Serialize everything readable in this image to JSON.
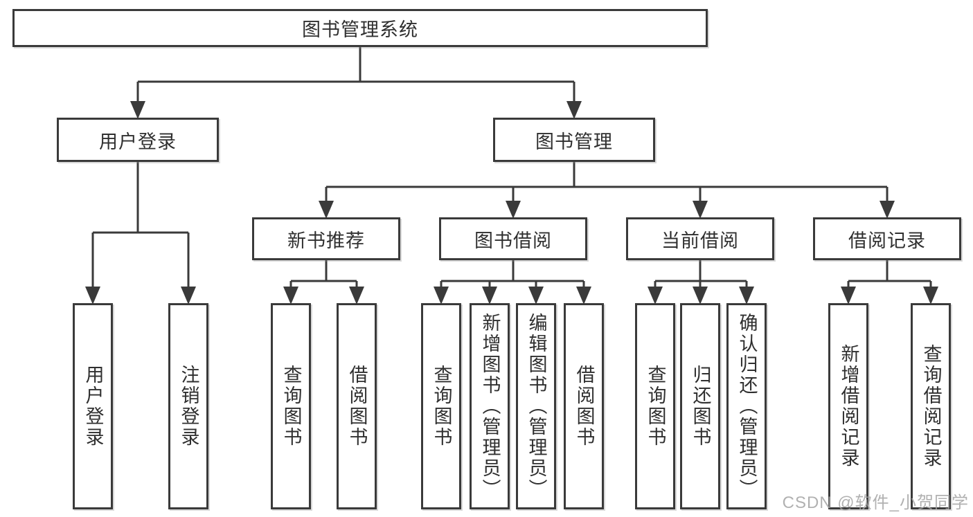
{
  "diagram": {
    "type": "tree",
    "root": {
      "label": "图书管理系统"
    },
    "level2": [
      {
        "label": "用户登录"
      },
      {
        "label": "图书管理"
      }
    ],
    "level3": [
      {
        "parent": "图书管理",
        "label": "新书推荐"
      },
      {
        "parent": "图书管理",
        "label": "图书借阅"
      },
      {
        "parent": "图书管理",
        "label": "当前借阅"
      },
      {
        "parent": "图书管理",
        "label": "借阅记录"
      }
    ],
    "leaves": [
      {
        "parent": "用户登录",
        "label": "用户登录"
      },
      {
        "parent": "用户登录",
        "label": "注销登录"
      },
      {
        "parent": "新书推荐",
        "label": "查询图书"
      },
      {
        "parent": "新书推荐",
        "label": "借阅图书"
      },
      {
        "parent": "图书借阅",
        "label": "查询图书"
      },
      {
        "parent": "图书借阅",
        "label": "新增图书（管理员）"
      },
      {
        "parent": "图书借阅",
        "label": "编辑图书（管理员）"
      },
      {
        "parent": "图书借阅",
        "label": "借阅图书"
      },
      {
        "parent": "当前借阅",
        "label": "查询图书"
      },
      {
        "parent": "当前借阅",
        "label": "归还图书"
      },
      {
        "parent": "当前借阅",
        "label": "确认归还（管理员）"
      },
      {
        "parent": "借阅记录",
        "label": "新增借阅记录"
      },
      {
        "parent": "借阅记录",
        "label": "查询借阅记录"
      }
    ]
  },
  "watermark": {
    "text": "CSDN @软件_小贺同学"
  },
  "colors": {
    "line": "#3a3a3a",
    "text": "#2f2f2f",
    "background": "#ffffff",
    "watermark": "#a3a3a3"
  }
}
